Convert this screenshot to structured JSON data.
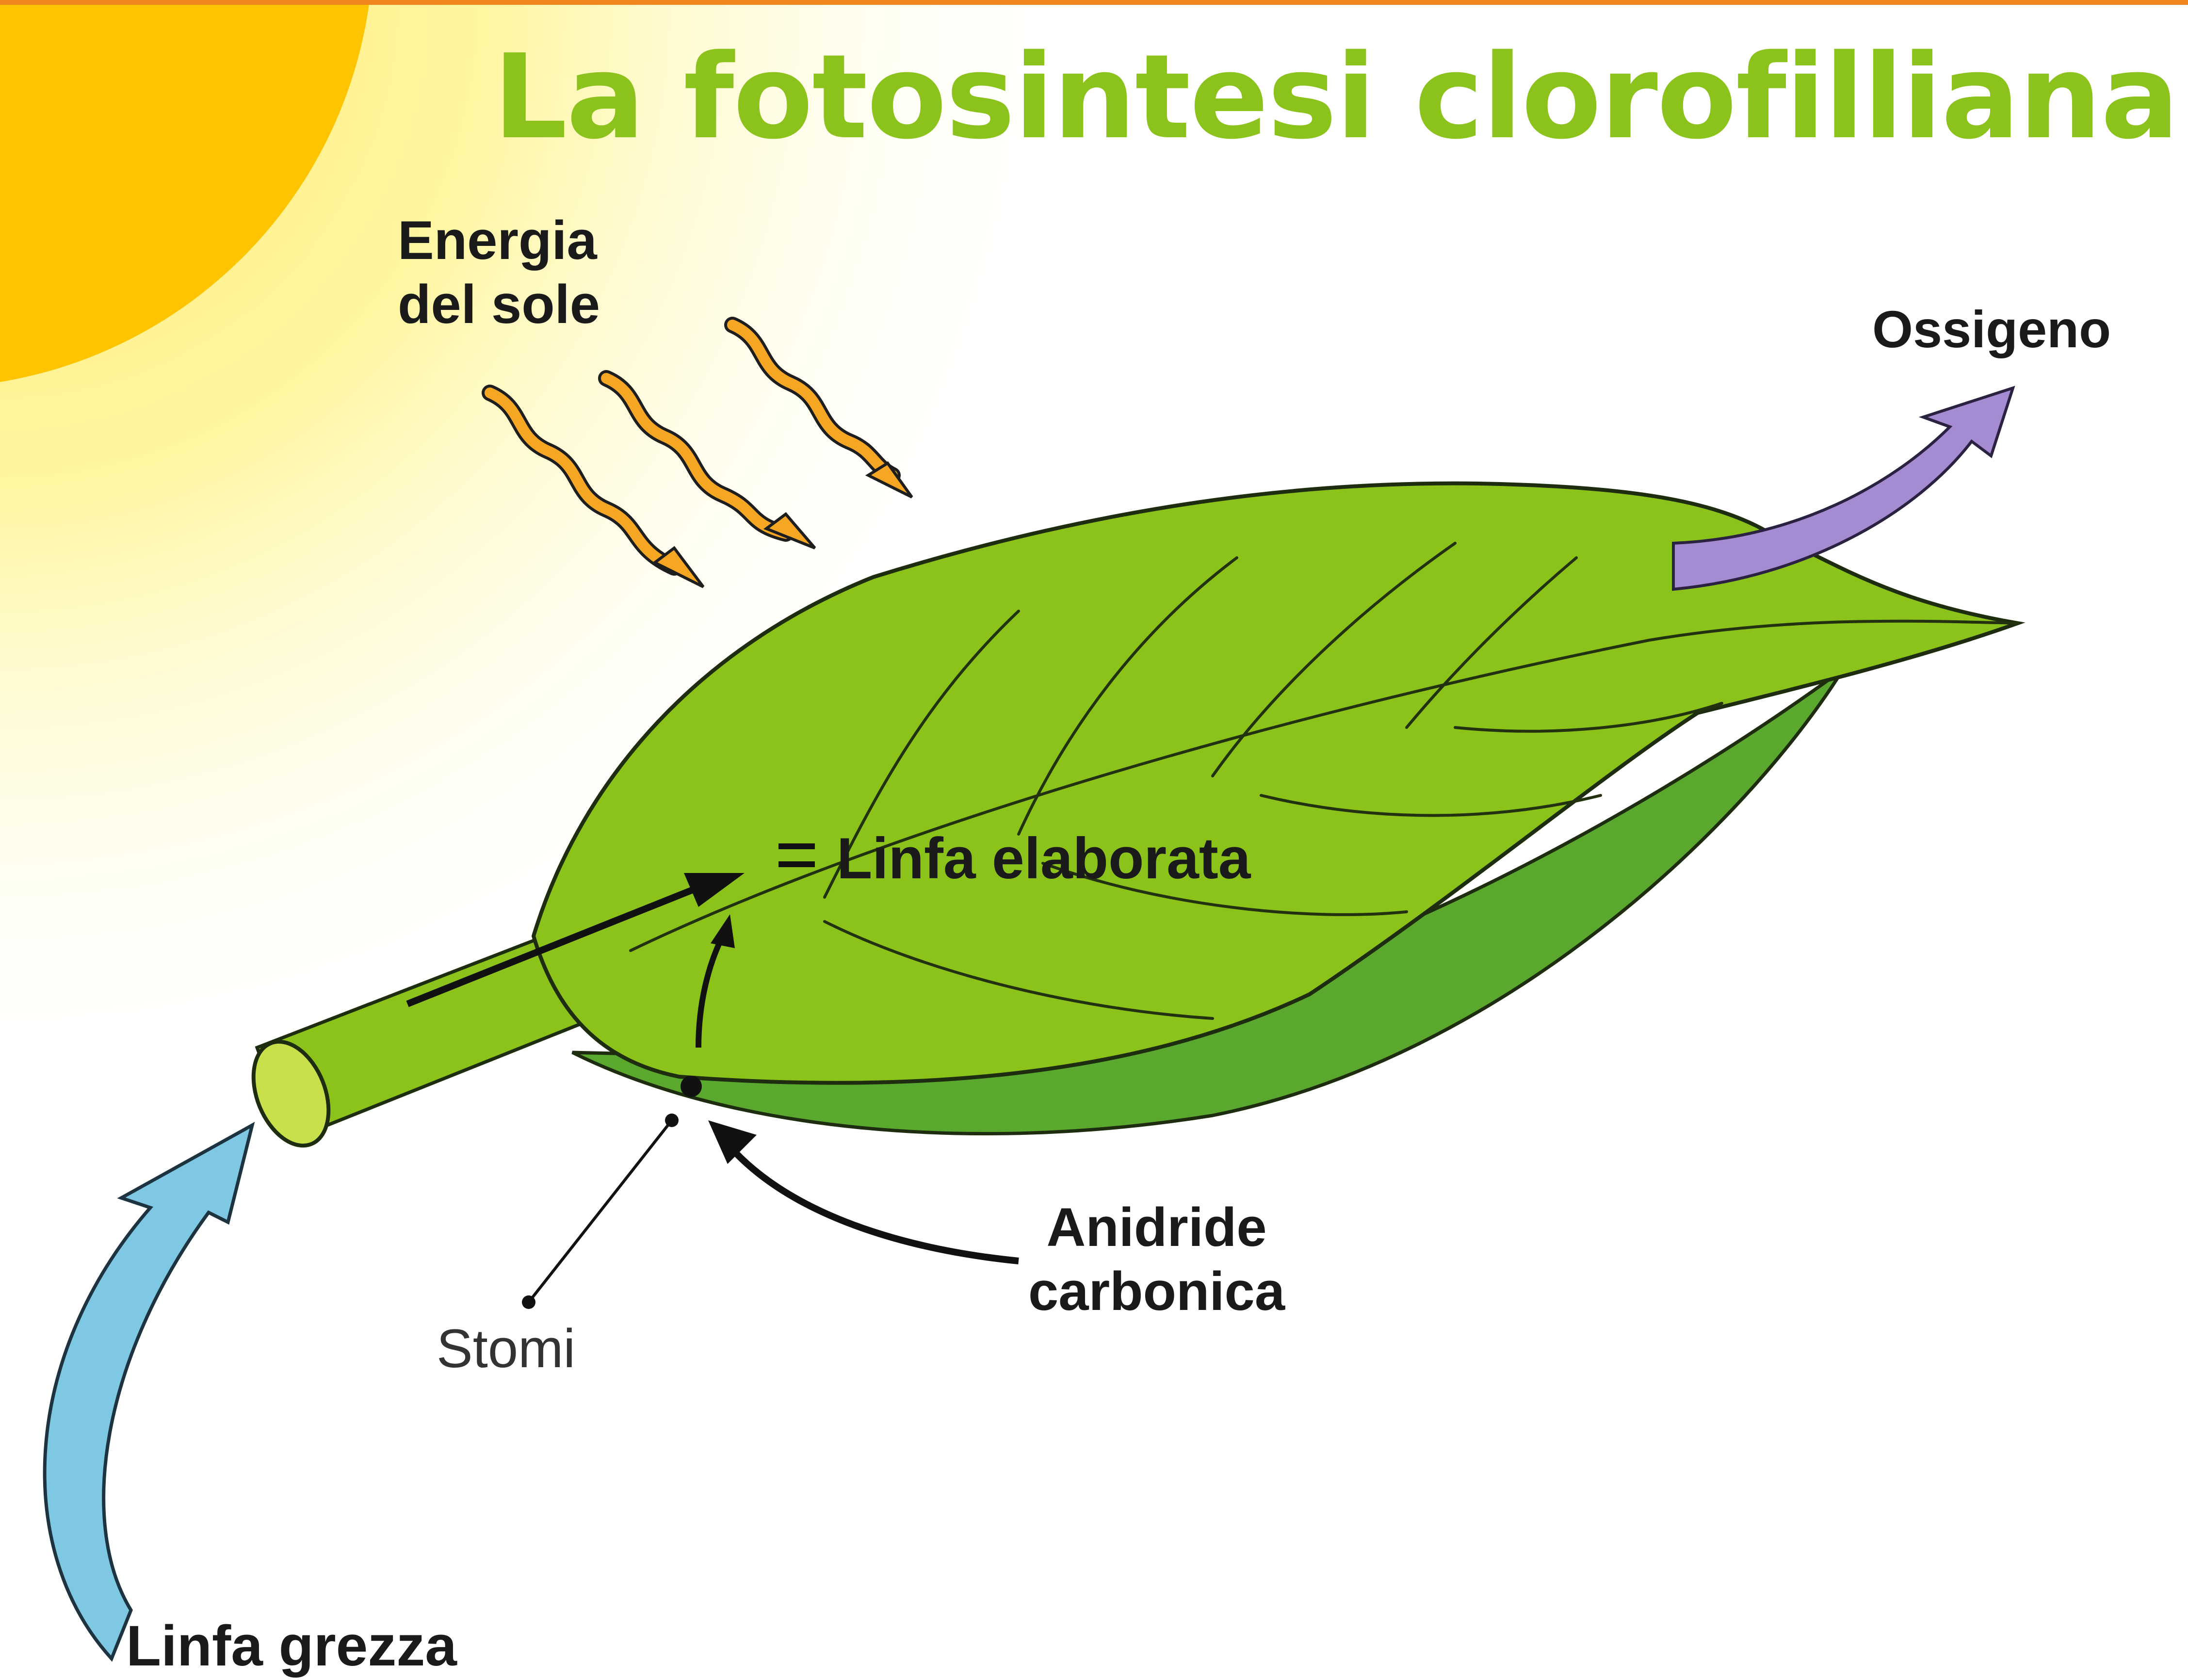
{
  "title": "La fotosintesi clorofilliana",
  "labels": {
    "energy": "Energia\ndel sole",
    "oxygen": "Ossigeno",
    "processed_sap": "Linfa elaborata",
    "co2": "Anidride\ncarbonica",
    "stomata": "Stomi",
    "raw_sap": "Linfa grezza"
  },
  "colors": {
    "title": "#8cc21c",
    "sun": "#ffc400",
    "sun_glow": "#fff48a",
    "top_border": "#f0861e",
    "leaf": "#8cc31a",
    "leaf_underside": "#5aa82e",
    "sunray": "#f5a623",
    "oxygen_arrow": "#a58bd1",
    "raw_sap_arrow": "#7ec8e3"
  }
}
